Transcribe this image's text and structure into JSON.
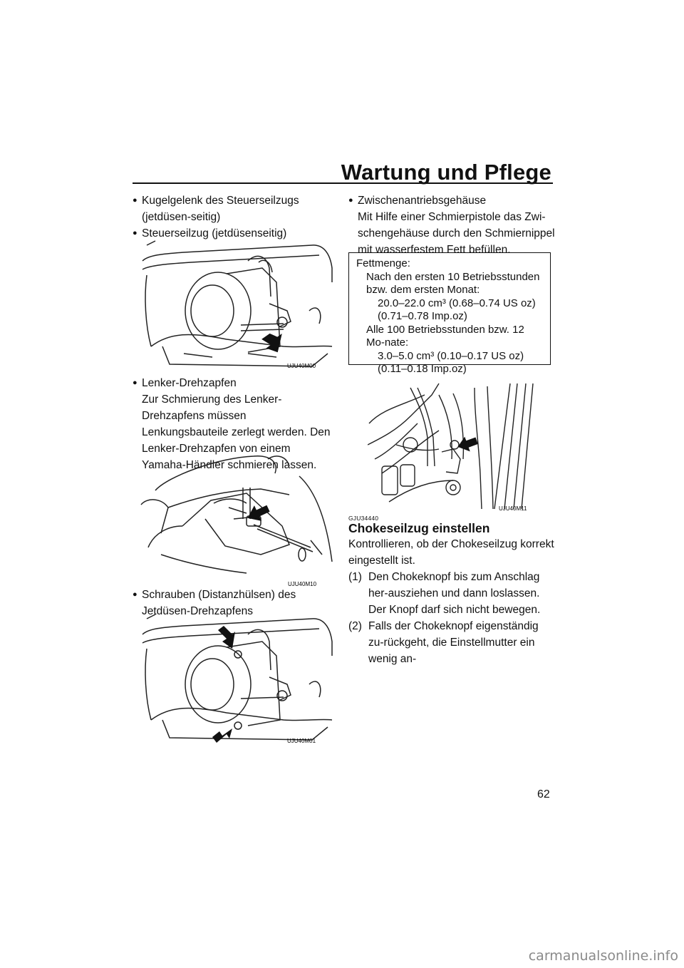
{
  "header": {
    "title": "Wartung und Pflege"
  },
  "left_column": {
    "bullet1": "Kugelgelenk des Steuerseilzugs (jetdüsen-seitig)",
    "bullet2": "Steuerseilzug (jetdüsenseitig)",
    "bullet3": "Lenker-Drehzapfen",
    "para3": "Zur Schmierung des Lenker-Drehzapfens müssen Lenkungsbauteile zerlegt werden. Den Lenker-Drehzapfen von einem Yamaha-Händler schmieren lassen.",
    "bullet4": "Schrauben (Distanzhülsen) des Jetdüsen-Drehzapfens"
  },
  "right_column": {
    "bullet5": "Zwischenantriebsgehäuse",
    "para5": "Mit Hilfe einer Schmierpistole das Zwi-schengehäuse durch den Schmiernippel mit wasserfestem Fett befüllen.",
    "note": {
      "label": "Fettmenge:",
      "line1": "Nach den ersten 10 Betriebsstunden bzw. dem ersten Monat:",
      "line2": "20.0–22.0 cm³ (0.68–0.74 US oz)",
      "line3": "(0.71–0.78 Imp.oz)",
      "line4": "Alle 100 Betriebsstunden bzw. 12 Mo-nate:",
      "line5": "3.0–5.0 cm³ (0.10–0.17 US oz)",
      "line6": "(0.11–0.18 Imp.oz)"
    },
    "section_code": "GJU34440",
    "section_title": "Chokeseilzug einstellen",
    "intro": "Kontrollieren, ob der Chokeseilzug korrekt eingestellt ist.",
    "steps": [
      {
        "num": "(1)",
        "text": "Den Chokeknopf bis zum Anschlag her-ausziehen und dann loslassen. Der Knopf darf sich nicht bewegen."
      },
      {
        "num": "(2)",
        "text": "Falls der Chokeknopf eigenständig zu-rückgeht, die Einstellmutter ein wenig an-"
      }
    ]
  },
  "figure_labels": {
    "fig1": "UJU40M00",
    "fig2": "UJU40M10",
    "fig3": "UJU40M01",
    "fig4": "UJU40M11"
  },
  "page_number": "62",
  "footer": {
    "url": "carmanualsonline.info"
  },
  "icons": [
    "bullet-icon",
    "arrow-icon"
  ]
}
